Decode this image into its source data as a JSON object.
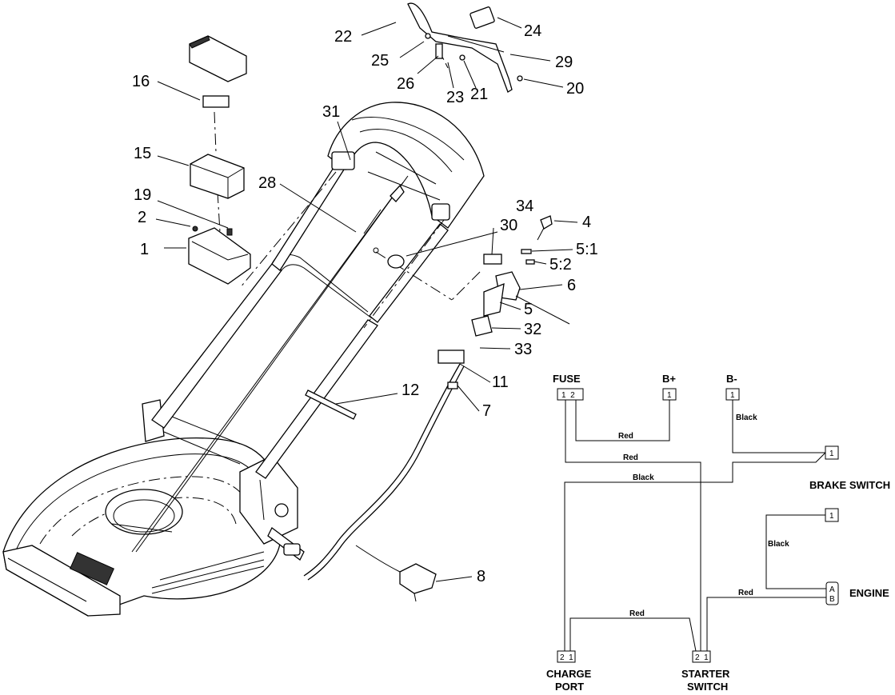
{
  "callouts": {
    "c1": "1",
    "c2": "2",
    "c4": "4",
    "c5": "5",
    "c5_1": "5:1",
    "c5_2": "5:2",
    "c6": "6",
    "c7": "7",
    "c8": "8",
    "c11": "11",
    "c12": "12",
    "c15": "15",
    "c16": "16",
    "c19": "19",
    "c20": "20",
    "c21": "21",
    "c22": "22",
    "c23": "23",
    "c24": "24",
    "c25": "25",
    "c26": "26",
    "c28": "28",
    "c29": "29",
    "c30": "30",
    "c31": "31",
    "c32": "32",
    "c33": "33",
    "c34": "34"
  },
  "schematic": {
    "fuse": {
      "label": "FUSE",
      "pins": "1  2"
    },
    "bplus": {
      "label": "B+",
      "pin": "1"
    },
    "bminus": {
      "label": "B-",
      "pin": "1"
    },
    "brake_switch": {
      "label": "BRAKE SWITCH",
      "pin_top": "1",
      "pin_bottom": "1"
    },
    "engine": {
      "label": "ENGINE",
      "pin_a": "A",
      "pin_b": "B"
    },
    "charge_port": {
      "label_line1": "CHARGE",
      "label_line2": "PORT",
      "pins": "2  1"
    },
    "starter_switch": {
      "label_line1": "STARTER",
      "label_line2": "SWITCH",
      "pins": "2  1"
    },
    "wires": {
      "fuse2_bplus": "Red",
      "fuse1_starter": "Red",
      "bminus_brake": "Black",
      "brake_charge": "Black",
      "brake2_engine": "Black",
      "starter_engine": "Red",
      "charge_starter": "Red"
    }
  }
}
